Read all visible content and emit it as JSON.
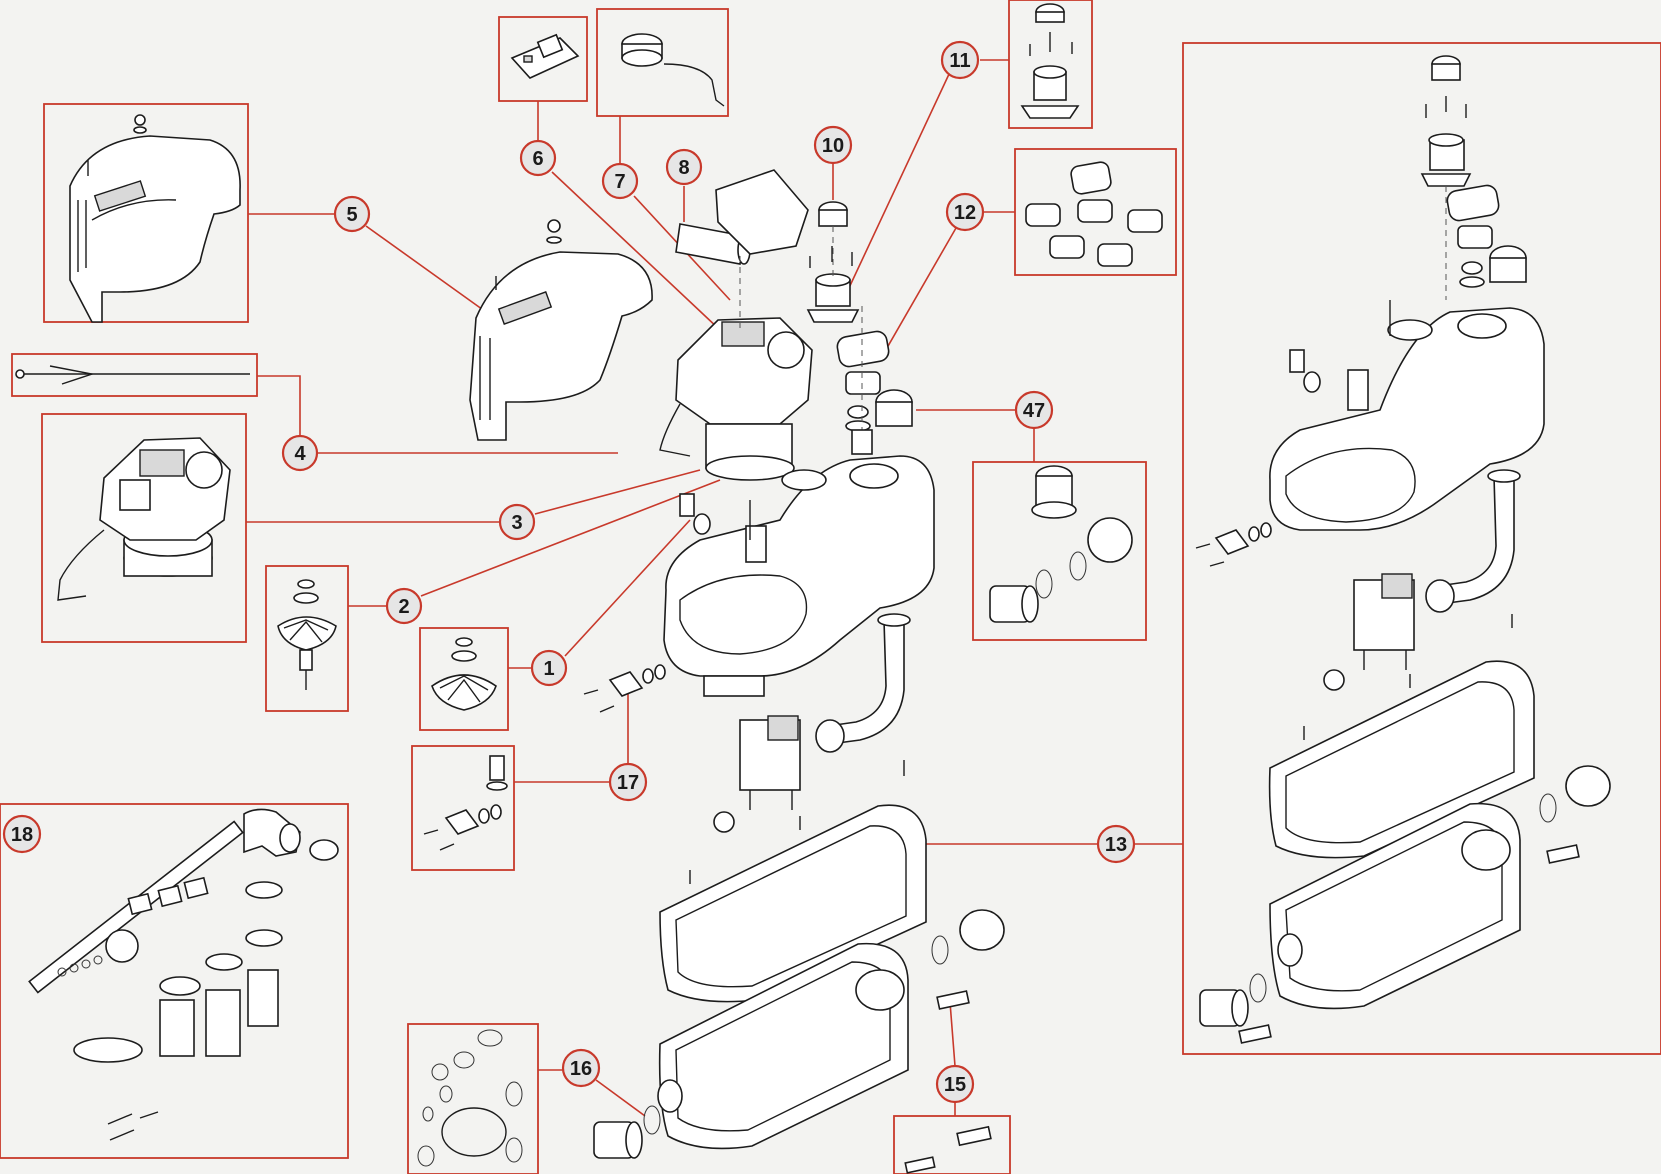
{
  "diagram": {
    "colors": {
      "accent": "#c8392b",
      "bubble_fill": "#e6e6e6",
      "line": "#1c1c1c",
      "background": "#f3f3f1"
    },
    "callouts": [
      {
        "id": "c1",
        "label": "1"
      },
      {
        "id": "c2",
        "label": "2"
      },
      {
        "id": "c3",
        "label": "3"
      },
      {
        "id": "c4",
        "label": "4"
      },
      {
        "id": "c5",
        "label": "5"
      },
      {
        "id": "c6",
        "label": "6"
      },
      {
        "id": "c7",
        "label": "7"
      },
      {
        "id": "c8",
        "label": "8"
      },
      {
        "id": "c10",
        "label": "10"
      },
      {
        "id": "c11",
        "label": "11"
      },
      {
        "id": "c12",
        "label": "12"
      },
      {
        "id": "c13",
        "label": "13"
      },
      {
        "id": "c15",
        "label": "15"
      },
      {
        "id": "c16",
        "label": "16"
      },
      {
        "id": "c17",
        "label": "17"
      },
      {
        "id": "c18",
        "label": "18"
      },
      {
        "id": "c47",
        "label": "47"
      }
    ]
  }
}
